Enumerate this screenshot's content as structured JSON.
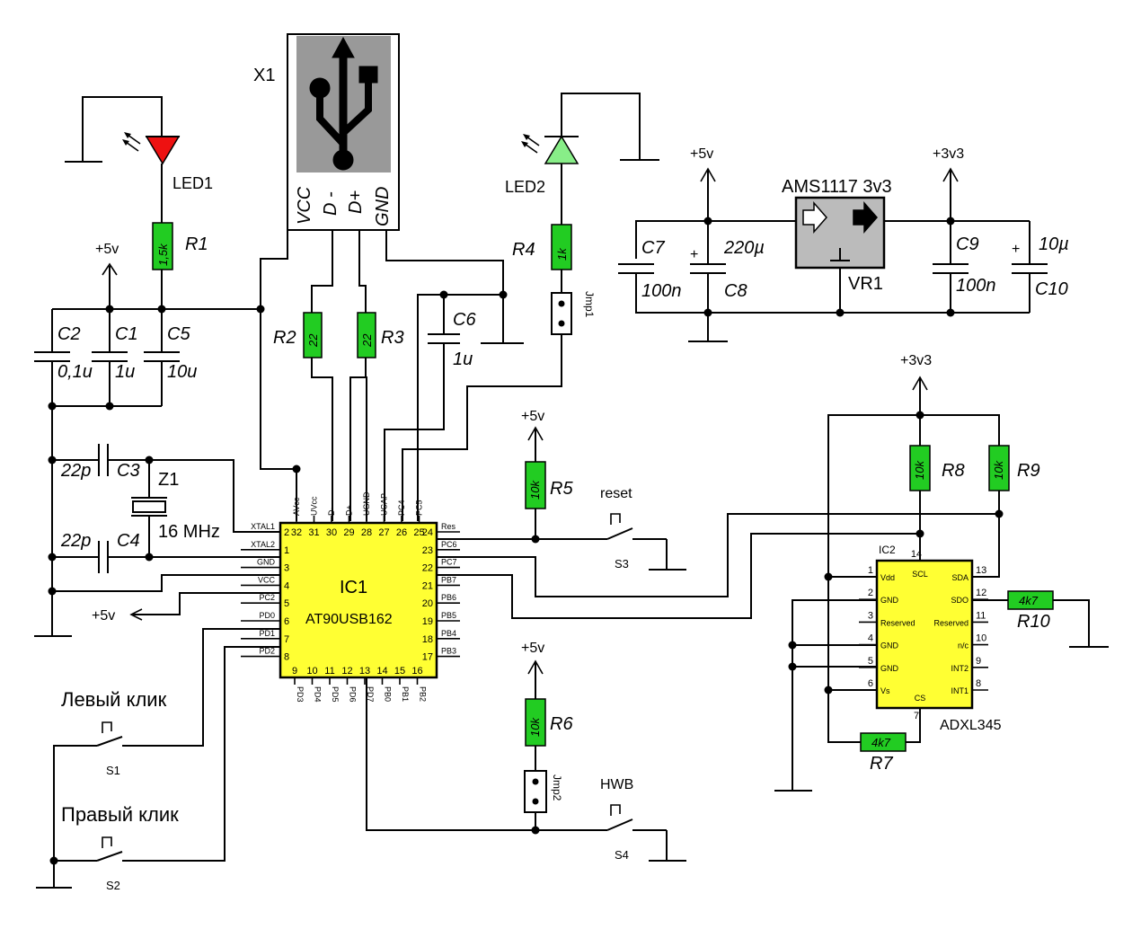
{
  "connector": {
    "ref": "X1",
    "pins": [
      "VCC",
      "D -",
      "D+",
      "GND"
    ]
  },
  "leds": [
    {
      "ref": "LED1",
      "color": "#ee1111"
    },
    {
      "ref": "LED2",
      "color": "#88ee88"
    }
  ],
  "resistors": [
    {
      "ref": "R1",
      "value": "1,5k"
    },
    {
      "ref": "R2",
      "value": "22"
    },
    {
      "ref": "R3",
      "value": "22"
    },
    {
      "ref": "R4",
      "value": "1k"
    },
    {
      "ref": "R5",
      "value": "10k"
    },
    {
      "ref": "R6",
      "value": "10k"
    },
    {
      "ref": "R7",
      "value": "4k7"
    },
    {
      "ref": "R8",
      "value": "10k"
    },
    {
      "ref": "R9",
      "value": "10k"
    },
    {
      "ref": "R10",
      "value": "4k7"
    }
  ],
  "capacitors": [
    {
      "ref": "C1",
      "value": "1u"
    },
    {
      "ref": "C2",
      "value": "0,1u"
    },
    {
      "ref": "C3",
      "value": "22p"
    },
    {
      "ref": "C4",
      "value": "22p"
    },
    {
      "ref": "C5",
      "value": "10u"
    },
    {
      "ref": "C6",
      "value": "1u"
    },
    {
      "ref": "C7",
      "value": "100n"
    },
    {
      "ref": "C8",
      "value": "220µ"
    },
    {
      "ref": "C9",
      "value": "100n"
    },
    {
      "ref": "C10",
      "value": "10µ"
    }
  ],
  "crystal": {
    "ref": "Z1",
    "value": "16 MHz"
  },
  "regulator": {
    "ref": "VR1",
    "part": "AMS1117 3v3"
  },
  "rails": {
    "v5": "+5v",
    "v33": "+3v3"
  },
  "jumpers": [
    "Jmp1",
    "Jmp2"
  ],
  "switches": [
    {
      "ref": "S1",
      "label": "Левый клик"
    },
    {
      "ref": "S2",
      "label": "Правый клик"
    },
    {
      "ref": "S3",
      "label": "reset"
    },
    {
      "ref": "S4",
      "label": "HWB"
    }
  ],
  "mcu": {
    "ref": "IC1",
    "part": "AT90USB162",
    "top_pins": [
      {
        "name": "AVcc",
        "num": "32"
      },
      {
        "name": "UVcc",
        "num": "31"
      },
      {
        "name": "D-",
        "num": "30"
      },
      {
        "name": "D+",
        "num": "29"
      },
      {
        "name": "UGND",
        "num": "28"
      },
      {
        "name": "UCAP",
        "num": "27"
      },
      {
        "name": "PC4",
        "num": "26"
      },
      {
        "name": "PC5",
        "num": "25"
      }
    ],
    "left_pins": [
      {
        "name": "XTAL1",
        "num": "2"
      },
      {
        "name": "XTAL2",
        "num": "1"
      },
      {
        "name": "GND",
        "num": "3"
      },
      {
        "name": "VCC",
        "num": "4"
      },
      {
        "name": "PC2",
        "num": "5"
      },
      {
        "name": "PD0",
        "num": "6"
      },
      {
        "name": "PD1",
        "num": "7"
      },
      {
        "name": "PD2",
        "num": "8"
      }
    ],
    "right_pins": [
      {
        "name": "Res",
        "num": "24"
      },
      {
        "name": "PC6",
        "num": "23"
      },
      {
        "name": "PC7",
        "num": "22"
      },
      {
        "name": "PB7",
        "num": "21"
      },
      {
        "name": "PB6",
        "num": "20"
      },
      {
        "name": "PB5",
        "num": "19"
      },
      {
        "name": "PB4",
        "num": "18"
      },
      {
        "name": "PB3",
        "num": "17"
      }
    ],
    "bottom_pins": [
      {
        "name": "PD3",
        "num": "9"
      },
      {
        "name": "PD4",
        "num": "10"
      },
      {
        "name": "PD5",
        "num": "11"
      },
      {
        "name": "PD6",
        "num": "12"
      },
      {
        "name": "PD7",
        "num": "13"
      },
      {
        "name": "PB0",
        "num": "14"
      },
      {
        "name": "PB1",
        "num": "15"
      },
      {
        "name": "PB2",
        "num": "16"
      }
    ]
  },
  "accel": {
    "ref": "IC2",
    "part": "ADXL345",
    "top_pins": [
      {
        "name": "SCL",
        "num": "14"
      }
    ],
    "left_pins": [
      {
        "name": "Vdd",
        "num": "1"
      },
      {
        "name": "GND",
        "num": "2"
      },
      {
        "name": "Reserved",
        "num": "3"
      },
      {
        "name": "GND",
        "num": "4"
      },
      {
        "name": "GND",
        "num": "5"
      },
      {
        "name": "Vs",
        "num": "6"
      }
    ],
    "right_pins": [
      {
        "name": "SDA",
        "num": "13"
      },
      {
        "name": "SDO",
        "num": "12"
      },
      {
        "name": "Reserved",
        "num": "11"
      },
      {
        "name": "n/c",
        "num": "10"
      },
      {
        "name": "INT2",
        "num": "9"
      },
      {
        "name": "INT1",
        "num": "8"
      }
    ],
    "bottom_pins": [
      {
        "name": "CS",
        "num": "7"
      }
    ]
  },
  "colors": {
    "chip": "#ffff33",
    "resistor": "#22cc22",
    "usb_body": "#999999",
    "regulator_body": "#bbbbbb"
  }
}
